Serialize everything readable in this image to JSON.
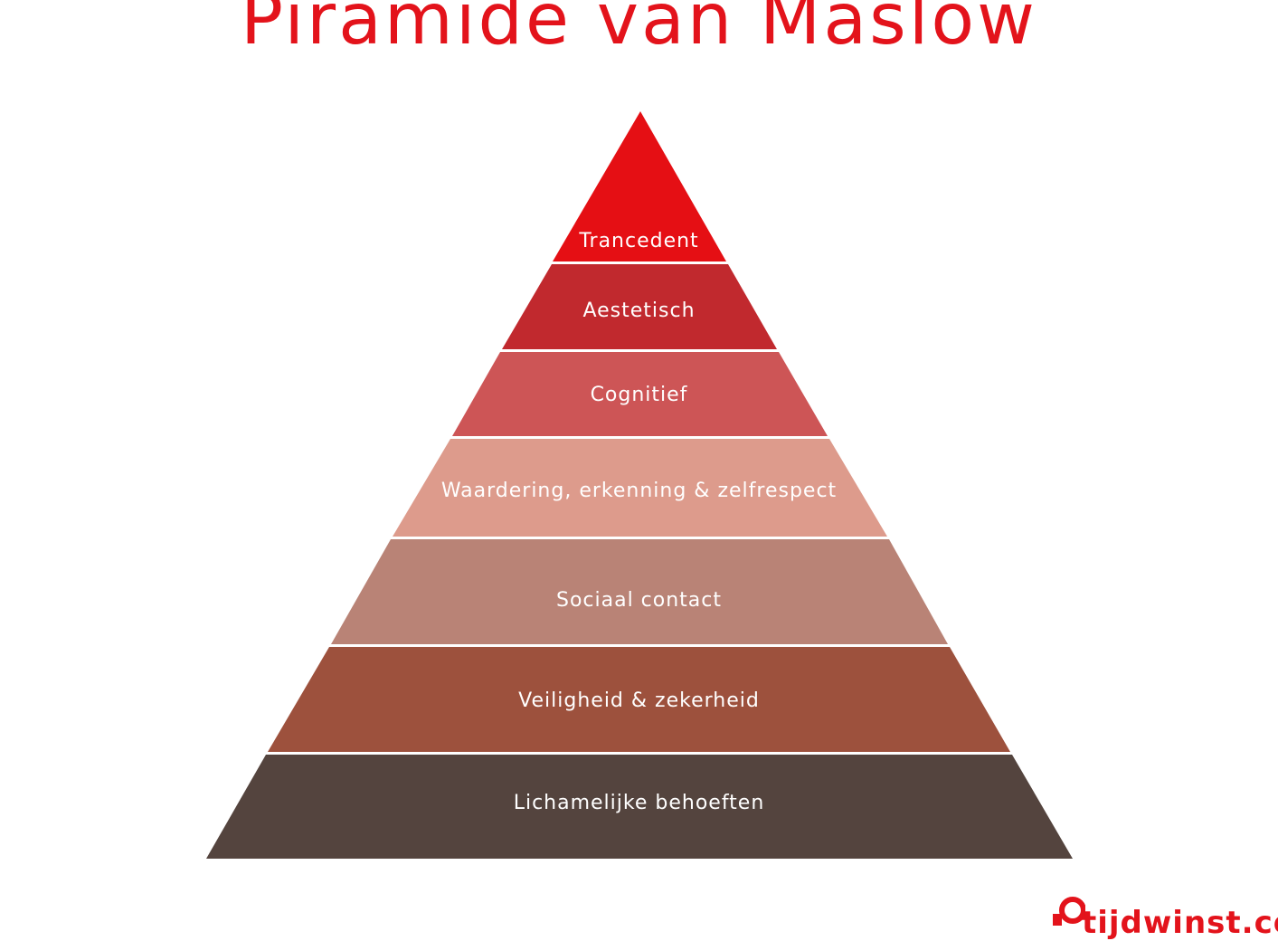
{
  "title": "Piramide van Maslow",
  "levels": [
    {
      "label": "Trancedent",
      "color": "#e50f14"
    },
    {
      "label": "Aestetisch",
      "color": "#c1292e"
    },
    {
      "label": "Cognitief",
      "color": "#cd5556"
    },
    {
      "label": "Waardering, erkenning & zelfrespect",
      "color": "#dd9b8c"
    },
    {
      "label": "Sociaal contact",
      "color": "#b98376"
    },
    {
      "label": "Veiligheid & zekerheid",
      "color": "#9d513d"
    },
    {
      "label": "Lichamelijke behoeften",
      "color": "#54443e"
    }
  ],
  "logo": {
    "text": "tijdwinst.com",
    "color": "#e3131b"
  }
}
